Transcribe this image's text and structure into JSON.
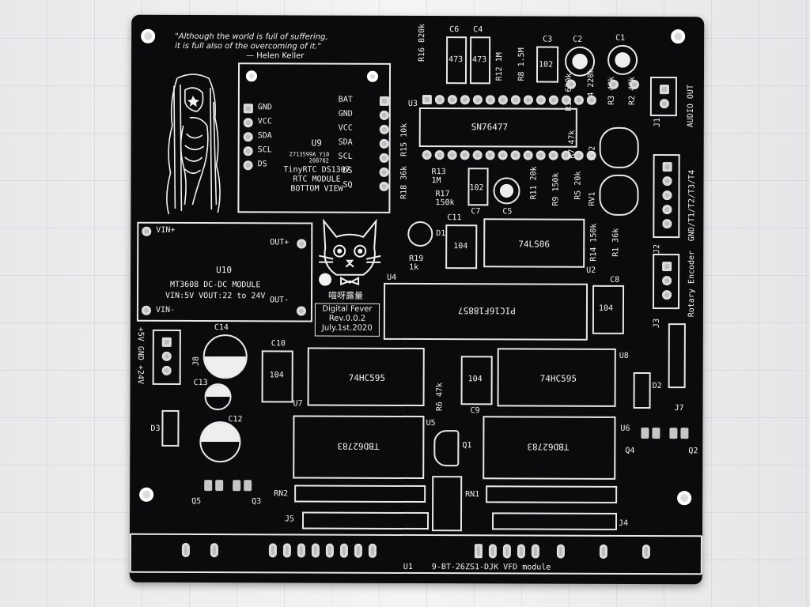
{
  "quote": {
    "line1": "\"Although the world is full of suffering,",
    "line2": "it is full also of the overcoming of it.\"",
    "author": "— Helen Keller"
  },
  "board": {
    "name": "Digital Fever",
    "revision": "Rev.0.0.2",
    "date": "July.1st.2020",
    "logo_text": "喵呀露量",
    "vfd_label": "9-BT-26ZS1-DJK VFD module",
    "u1": "U1"
  },
  "rtc": {
    "ref": "U9",
    "part_top": "2713599A_Y10",
    "part_code": "200702",
    "name1": "TinyRTC DS1307",
    "name2": "RTC MODULE",
    "name3": "BOTTOM VIEW",
    "left_pins": [
      "GND",
      "VCC",
      "SDA",
      "SCL",
      "DS"
    ],
    "right_pins": [
      "BAT",
      "GND",
      "VCC",
      "SDA",
      "SCL",
      "DS",
      "SQ"
    ]
  },
  "dcdc": {
    "ref": "U10",
    "line1": "MT3608 DC-DC MODULE",
    "line2": "VIN:5V VOUT:22 to 24V",
    "vin_plus": "VIN+",
    "vin_minus": "VIN-",
    "out_plus": "OUT+",
    "out_minus": "OUT-"
  },
  "chips": {
    "u3": {
      "ref": "U3",
      "name": "SN76477"
    },
    "u2": {
      "ref": "U2",
      "name": "74LS06"
    },
    "u4": {
      "ref": "U4",
      "name": "PIC16F18857"
    },
    "u7": {
      "ref": "U7",
      "name": "74HC595"
    },
    "u8": {
      "ref": "U8",
      "name": "74HC595"
    },
    "u5": {
      "ref": "U5",
      "name": "TBD62783"
    },
    "u6": {
      "ref": "U6",
      "name": "TBD62783"
    }
  },
  "caps": {
    "c6": {
      "ref": "C6",
      "val": "473"
    },
    "c4": {
      "ref": "C4",
      "val": "473"
    },
    "c3": {
      "ref": "C3",
      "val": "102"
    },
    "c2": {
      "ref": "C2"
    },
    "c1": {
      "ref": "C1"
    },
    "c7": {
      "ref": "C7",
      "val": "102"
    },
    "c5": {
      "ref": "C5"
    },
    "c11": {
      "ref": "C11",
      "val": "104"
    },
    "c8": {
      "ref": "C8",
      "val": "104"
    },
    "c10": {
      "ref": "C10",
      "val": "104"
    },
    "c9": {
      "ref": "C9",
      "val": "104"
    },
    "c14": {
      "ref": "C14"
    },
    "c13": {
      "ref": "C13"
    },
    "c12": {
      "ref": "C12"
    }
  },
  "resistors": {
    "r16": "R16 820k",
    "r12": "R12 1M",
    "r8": "R8 1.5M",
    "r10": "R10 620k",
    "r4": "R4 220k",
    "r3": "R3 47k",
    "r2": "R2 47k",
    "r15": "R15 10k",
    "r13": "R13",
    "r13v": "1M",
    "r18": "R18 36k",
    "r17": "R17",
    "r17v": "150k",
    "r11": "R11 20k",
    "r9": "R9 150k",
    "r5": "R5 20k",
    "r7": "R7 47k",
    "r19": "R19",
    "r19v": "1k",
    "r14": "R14 150k",
    "r1": "R1 36k",
    "r6": "R6 47k"
  },
  "connectors": {
    "j1": "J1",
    "j1_label": "AUDIO OUT",
    "j2": "J2",
    "j2_label": "GND/T1/T2/T3/T4",
    "j3": "J3",
    "j3_label": "Rotary Encoder",
    "j7": "J7",
    "j8": "J8",
    "j8_label": "+5V GND +24V",
    "j5": "J5",
    "j4": "J4",
    "rn1": "RN1",
    "rn2": "RN2"
  },
  "misc": {
    "rv1": "RV1",
    "rv2": "RV2",
    "d1": "D1",
    "d2": "D2",
    "d3": "D3",
    "q1": "Q1",
    "q2": "Q2",
    "q3": "Q3",
    "q4": "Q4",
    "q5": "Q5"
  }
}
